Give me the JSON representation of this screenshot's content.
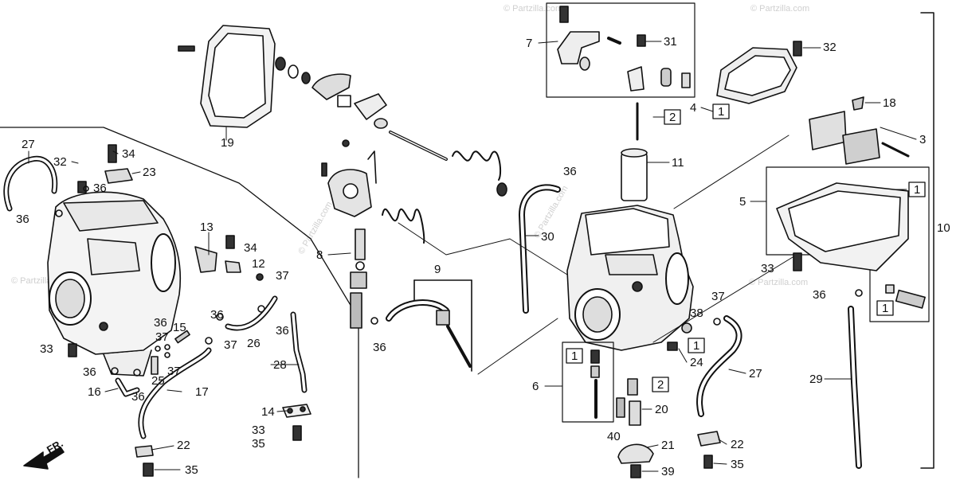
{
  "copyright": "© Partzilla.com",
  "front_marker": "FR.",
  "callouts": {
    "c1": "1",
    "c2": "2",
    "c3": "3",
    "c4": "4",
    "c5": "5",
    "c6": "6",
    "c7": "7",
    "c8": "8",
    "c9": "9",
    "c10": "10",
    "c11": "11",
    "c12": "12",
    "c13": "13",
    "c14": "14",
    "c15": "15",
    "c16": "16",
    "c17": "17",
    "c18": "18",
    "c19": "19",
    "c20": "20",
    "c21": "21",
    "c22": "22",
    "c23": "23",
    "c24": "24",
    "c25": "25",
    "c26": "26",
    "c27": "27",
    "c28": "28",
    "c29": "29",
    "c30": "30",
    "c31": "31",
    "c32": "32",
    "c33": "33",
    "c34": "34",
    "c35": "35",
    "c36": "36",
    "c37": "37",
    "c38": "38",
    "c39": "39",
    "c40": "40"
  }
}
